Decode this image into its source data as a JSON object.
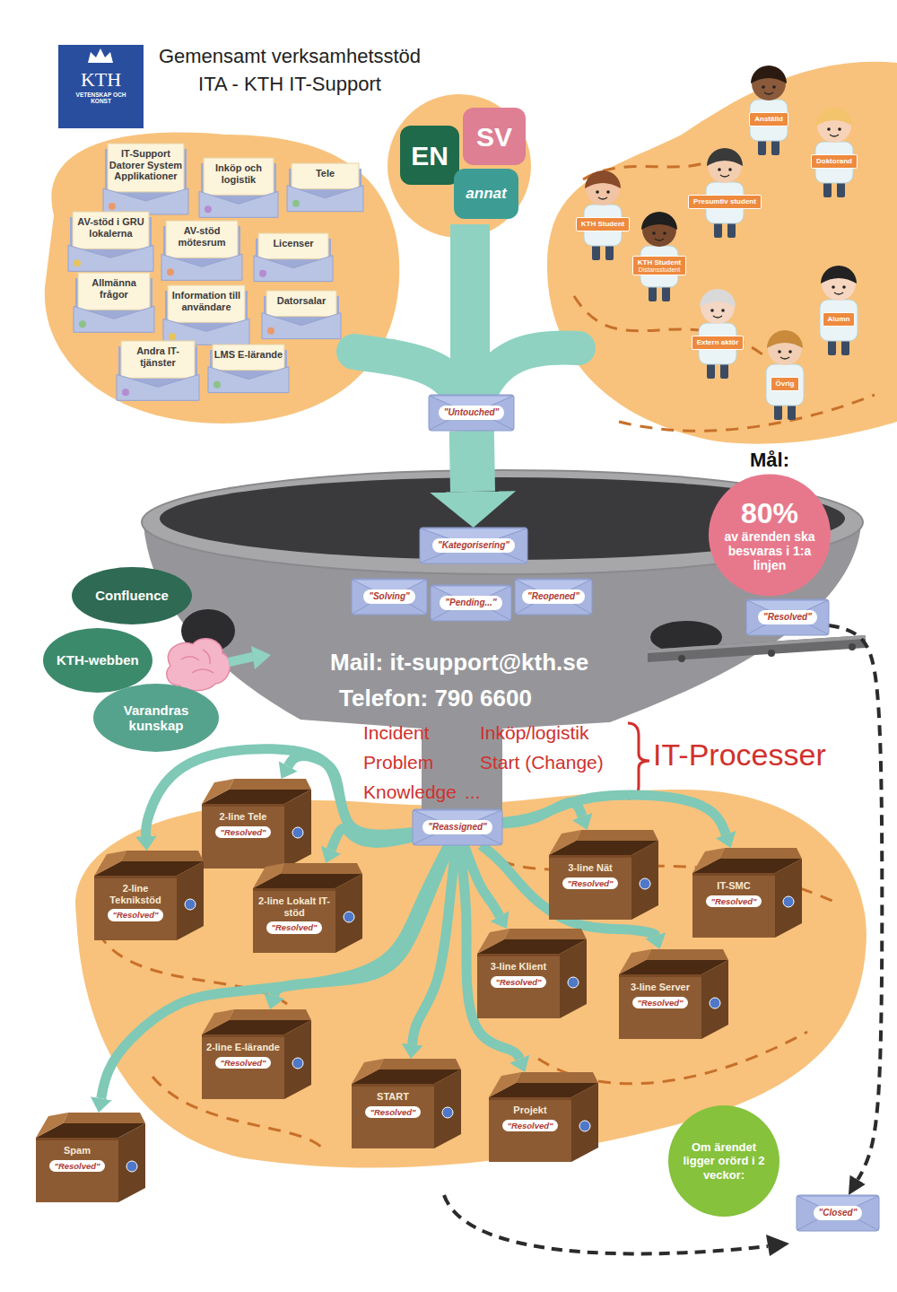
{
  "diagram": {
    "title": "Gemensamt verksamhetsstöd ITA - KTH IT-Support",
    "nodes": [
      {
        "text": [
          "IT-Support Datorer System Applikationer"
        ]
      },
      {
        "text": [
          "Inköp och logistik"
        ]
      },
      {
        "text": [
          "Tele"
        ]
      },
      {
        "text": [
          "AV-stöd i GRU lokalerna"
        ]
      },
      {
        "text": [
          "AV-stöd mötesrum"
        ]
      },
      {
        "text": [
          "Licenser"
        ]
      },
      {
        "text": [
          "Allmänna frågor"
        ]
      },
      {
        "text": [
          "Information till användare"
        ]
      },
      {
        "text": [
          "Datorsalar"
        ]
      },
      {
        "text": [
          "Andra IT-tjänster"
        ]
      },
      {
        "text": [
          "LMS E-lärande"
        ]
      },
      {
        "text": [
          "EN"
        ]
      },
      {
        "text": [
          "SV"
        ]
      },
      {
        "text": [
          "annat"
        ]
      },
      {
        "text": [
          "Anställd"
        ]
      },
      {
        "text": [
          "Doktorand"
        ]
      },
      {
        "text": [
          "KTH Student"
        ]
      },
      {
        "text": [
          "Presumtiv student"
        ]
      },
      {
        "text": [
          "KTH Student",
          "Distansstudent"
        ]
      },
      {
        "text": [
          "Alumn"
        ]
      },
      {
        "text": [
          "Extern aktör"
        ]
      },
      {
        "text": [
          "Övrig"
        ]
      },
      {
        "text": [
          "\"Untouched\""
        ]
      },
      {
        "text": [
          "\"Kategorisering\""
        ]
      },
      {
        "text": [
          "Mål:",
          "80%",
          "av ärenden ska besvaras i 1:a linjen"
        ]
      },
      {
        "text": [
          "Confluence"
        ]
      },
      {
        "text": [
          "KTH-webben"
        ]
      },
      {
        "text": [
          "Varandras kunskap"
        ]
      },
      {
        "text": [
          "\"Solving\""
        ]
      },
      {
        "text": [
          "\"Pending...\""
        ]
      },
      {
        "text": [
          "\"Reopened\""
        ]
      },
      {
        "text": [
          "\"Resolved\""
        ]
      },
      {
        "text": [
          "\"Reassigned\""
        ]
      },
      {
        "text": [
          "2-line Tele",
          "\"Resolved\""
        ]
      },
      {
        "text": [
          "2-line Teknikstöd",
          "\"Resolved\""
        ]
      },
      {
        "text": [
          "2-line Lokalt IT-stöd",
          "\"Resolved\""
        ]
      },
      {
        "text": [
          "3-line Nät",
          "\"Resolved\""
        ]
      },
      {
        "text": [
          "IT-SMC",
          "\"Resolved\""
        ]
      },
      {
        "text": [
          "3-line Klient",
          "\"Resolved\""
        ]
      },
      {
        "text": [
          "3-line Server",
          "\"Resolved\""
        ]
      },
      {
        "text": [
          "2-line E-lärande",
          "\"Resolved\""
        ]
      },
      {
        "text": [
          "START",
          "\"Resolved\""
        ]
      },
      {
        "text": [
          "Projekt",
          "\"Resolved\""
        ]
      },
      {
        "text": [
          "Spam",
          "\"Resolved\""
        ]
      },
      {
        "text": [
          "Om ärendet ligger orörd i 2 veckor:"
        ]
      },
      {
        "text": [
          "\"Closed\""
        ]
      }
    ],
    "edges": [
      {
        "from": 22,
        "to": 23,
        "arrow": "to"
      },
      {
        "from": 32,
        "to": 33,
        "arrow": "to"
      },
      {
        "from": 32,
        "to": 34,
        "arrow": "to"
      },
      {
        "from": 32,
        "to": 35,
        "arrow": "to"
      },
      {
        "from": 32,
        "to": 36,
        "arrow": "to"
      },
      {
        "from": 32,
        "to": 37,
        "arrow": "to"
      },
      {
        "from": 32,
        "to": 38,
        "arrow": "to"
      },
      {
        "from": 32,
        "to": 39,
        "arrow": "to"
      },
      {
        "from": 32,
        "to": 40,
        "arrow": "to"
      },
      {
        "from": 32,
        "to": 41,
        "arrow": "to"
      },
      {
        "from": 32,
        "to": 42,
        "arrow": "to"
      },
      {
        "from": 32,
        "to": 43,
        "arrow": "to"
      },
      {
        "from": 31,
        "to": 45,
        "arrow": "to"
      }
    ],
    "labels": [
      "KTH",
      "VETENSKAP OCH KONST",
      "Mail: it-support@kth.se",
      "Telefon: 790 6600",
      "Incident",
      "Inköp/logistik",
      "Problem",
      "Start (Change)",
      "Knowledge",
      "...",
      "IT-Processer"
    ]
  }
}
